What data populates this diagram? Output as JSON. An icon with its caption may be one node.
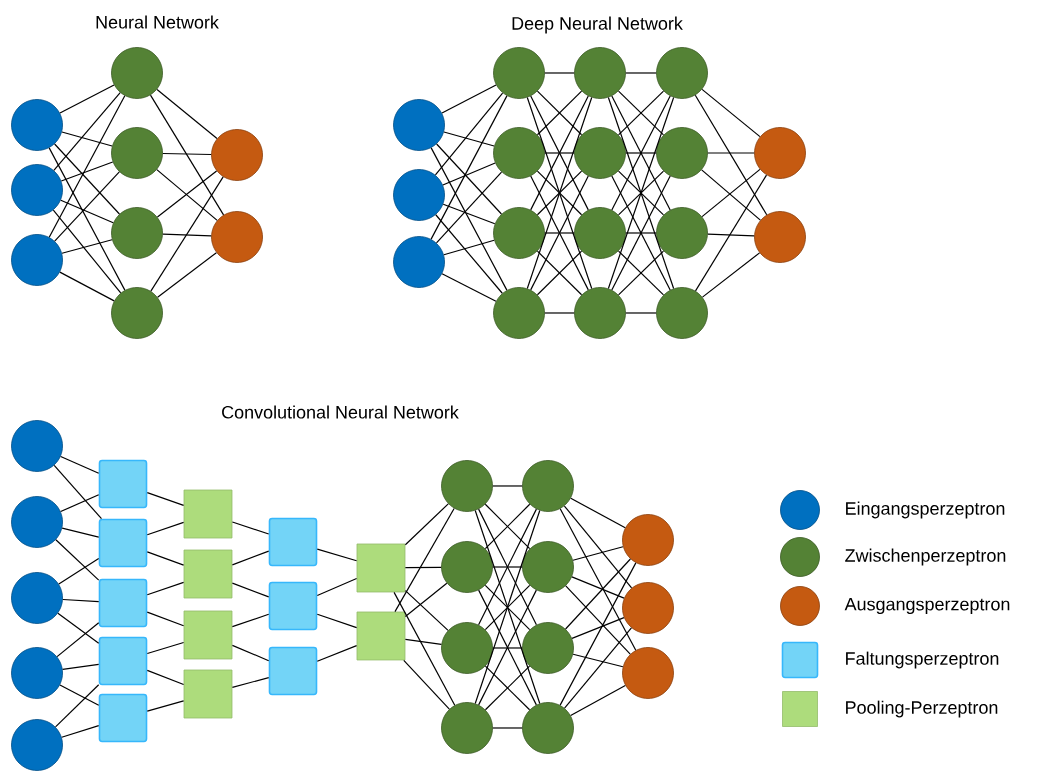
{
  "diagram": {
    "nodes": [
      {
        "text": [],
        "shape": "circle"
      },
      {
        "text": [],
        "shape": "circle"
      },
      {
        "text": [],
        "shape": "circle"
      },
      {
        "text": [],
        "shape": "circle"
      },
      {
        "text": [],
        "shape": "circle"
      },
      {
        "text": [],
        "shape": "circle"
      },
      {
        "text": [],
        "shape": "circle"
      },
      {
        "text": [],
        "shape": "circle"
      },
      {
        "text": [],
        "shape": "circle"
      },
      {
        "text": [],
        "shape": "circle"
      },
      {
        "text": [],
        "shape": "circle"
      },
      {
        "text": [],
        "shape": "circle"
      },
      {
        "text": [],
        "shape": "circle"
      },
      {
        "text": [],
        "shape": "circle"
      },
      {
        "text": [],
        "shape": "circle"
      },
      {
        "text": [],
        "shape": "circle"
      },
      {
        "text": [],
        "shape": "circle"
      },
      {
        "text": [],
        "shape": "circle"
      },
      {
        "text": [],
        "shape": "circle"
      },
      {
        "text": [],
        "shape": "circle"
      },
      {
        "text": [],
        "shape": "circle"
      },
      {
        "text": [],
        "shape": "circle"
      },
      {
        "text": [],
        "shape": "circle"
      },
      {
        "text": [],
        "shape": "circle"
      },
      {
        "text": [],
        "shape": "circle"
      },
      {
        "text": [],
        "shape": "circle"
      },
      {
        "text": [],
        "shape": "circle"
      },
      {
        "text": [],
        "shape": "circle"
      },
      {
        "text": [],
        "shape": "circle"
      },
      {
        "text": [],
        "shape": "circle"
      },
      {
        "text": [],
        "shape": "circle"
      },
      {
        "text": [],
        "shape": "box"
      },
      {
        "text": [],
        "shape": "box"
      },
      {
        "text": [],
        "shape": "box"
      },
      {
        "text": [],
        "shape": "box"
      },
      {
        "text": [],
        "shape": "box"
      },
      {
        "text": [],
        "shape": "box"
      },
      {
        "text": [],
        "shape": "box"
      },
      {
        "text": [],
        "shape": "box"
      },
      {
        "text": [],
        "shape": "box"
      },
      {
        "text": [],
        "shape": "box"
      },
      {
        "text": [],
        "shape": "box"
      },
      {
        "text": [],
        "shape": "box"
      },
      {
        "text": [],
        "shape": "box"
      },
      {
        "text": [],
        "shape": "box"
      },
      {
        "text": [],
        "shape": "circle"
      },
      {
        "text": [],
        "shape": "circle"
      },
      {
        "text": [],
        "shape": "circle"
      },
      {
        "text": [],
        "shape": "circle"
      },
      {
        "text": [],
        "shape": "circle"
      },
      {
        "text": [],
        "shape": "circle"
      },
      {
        "text": [],
        "shape": "circle"
      },
      {
        "text": [],
        "shape": "circle"
      },
      {
        "text": [],
        "shape": "circle"
      },
      {
        "text": [],
        "shape": "circle"
      },
      {
        "text": [],
        "shape": "circle"
      }
    ],
    "edges": [
      {
        "from": 0,
        "to": 3,
        "arrow": "none"
      },
      {
        "from": 0,
        "to": 4,
        "arrow": "none"
      },
      {
        "from": 0,
        "to": 5,
        "arrow": "none"
      },
      {
        "from": 0,
        "to": 6,
        "arrow": "none"
      },
      {
        "from": 1,
        "to": 3,
        "arrow": "none"
      },
      {
        "from": 1,
        "to": 4,
        "arrow": "none"
      },
      {
        "from": 1,
        "to": 5,
        "arrow": "none"
      },
      {
        "from": 1,
        "to": 6,
        "arrow": "none"
      },
      {
        "from": 2,
        "to": 3,
        "arrow": "none"
      },
      {
        "from": 2,
        "to": 4,
        "arrow": "none"
      },
      {
        "from": 2,
        "to": 5,
        "arrow": "none"
      },
      {
        "from": 2,
        "to": 6,
        "arrow": "none"
      },
      {
        "from": 3,
        "to": 7,
        "arrow": "none"
      },
      {
        "from": 3,
        "to": 8,
        "arrow": "none"
      },
      {
        "from": 4,
        "to": 7,
        "arrow": "none"
      },
      {
        "from": 4,
        "to": 8,
        "arrow": "none"
      },
      {
        "from": 5,
        "to": 7,
        "arrow": "none"
      },
      {
        "from": 5,
        "to": 8,
        "arrow": "none"
      },
      {
        "from": 6,
        "to": 7,
        "arrow": "none"
      },
      {
        "from": 6,
        "to": 8,
        "arrow": "none"
      },
      {
        "from": 9,
        "to": 12,
        "arrow": "none"
      },
      {
        "from": 9,
        "to": 13,
        "arrow": "none"
      },
      {
        "from": 9,
        "to": 14,
        "arrow": "none"
      },
      {
        "from": 9,
        "to": 15,
        "arrow": "none"
      },
      {
        "from": 10,
        "to": 12,
        "arrow": "none"
      },
      {
        "from": 10,
        "to": 13,
        "arrow": "none"
      },
      {
        "from": 10,
        "to": 14,
        "arrow": "none"
      },
      {
        "from": 10,
        "to": 15,
        "arrow": "none"
      },
      {
        "from": 11,
        "to": 12,
        "arrow": "none"
      },
      {
        "from": 11,
        "to": 13,
        "arrow": "none"
      },
      {
        "from": 11,
        "to": 14,
        "arrow": "none"
      },
      {
        "from": 11,
        "to": 15,
        "arrow": "none"
      },
      {
        "from": 12,
        "to": 16,
        "arrow": "none"
      },
      {
        "from": 12,
        "to": 17,
        "arrow": "none"
      },
      {
        "from": 12,
        "to": 18,
        "arrow": "none"
      },
      {
        "from": 12,
        "to": 19,
        "arrow": "none"
      },
      {
        "from": 13,
        "to": 16,
        "arrow": "none"
      },
      {
        "from": 13,
        "to": 17,
        "arrow": "none"
      },
      {
        "from": 13,
        "to": 18,
        "arrow": "none"
      },
      {
        "from": 13,
        "to": 19,
        "arrow": "none"
      },
      {
        "from": 14,
        "to": 16,
        "arrow": "none"
      },
      {
        "from": 14,
        "to": 17,
        "arrow": "none"
      },
      {
        "from": 14,
        "to": 18,
        "arrow": "none"
      },
      {
        "from": 14,
        "to": 19,
        "arrow": "none"
      },
      {
        "from": 15,
        "to": 16,
        "arrow": "none"
      },
      {
        "from": 15,
        "to": 17,
        "arrow": "none"
      },
      {
        "from": 15,
        "to": 18,
        "arrow": "none"
      },
      {
        "from": 15,
        "to": 19,
        "arrow": "none"
      },
      {
        "from": 16,
        "to": 20,
        "arrow": "none"
      },
      {
        "from": 16,
        "to": 21,
        "arrow": "none"
      },
      {
        "from": 16,
        "to": 22,
        "arrow": "none"
      },
      {
        "from": 16,
        "to": 23,
        "arrow": "none"
      },
      {
        "from": 17,
        "to": 20,
        "arrow": "none"
      },
      {
        "from": 17,
        "to": 21,
        "arrow": "none"
      },
      {
        "from": 17,
        "to": 22,
        "arrow": "none"
      },
      {
        "from": 17,
        "to": 23,
        "arrow": "none"
      },
      {
        "from": 18,
        "to": 20,
        "arrow": "none"
      },
      {
        "from": 18,
        "to": 21,
        "arrow": "none"
      },
      {
        "from": 18,
        "to": 22,
        "arrow": "none"
      },
      {
        "from": 18,
        "to": 23,
        "arrow": "none"
      },
      {
        "from": 19,
        "to": 20,
        "arrow": "none"
      },
      {
        "from": 19,
        "to": 21,
        "arrow": "none"
      },
      {
        "from": 19,
        "to": 22,
        "arrow": "none"
      },
      {
        "from": 19,
        "to": 23,
        "arrow": "none"
      },
      {
        "from": 20,
        "to": 24,
        "arrow": "none"
      },
      {
        "from": 20,
        "to": 25,
        "arrow": "none"
      },
      {
        "from": 21,
        "to": 24,
        "arrow": "none"
      },
      {
        "from": 21,
        "to": 25,
        "arrow": "none"
      },
      {
        "from": 22,
        "to": 24,
        "arrow": "none"
      },
      {
        "from": 22,
        "to": 25,
        "arrow": "none"
      },
      {
        "from": 23,
        "to": 24,
        "arrow": "none"
      },
      {
        "from": 23,
        "to": 25,
        "arrow": "none"
      },
      {
        "from": 26,
        "to": 31,
        "arrow": "none"
      },
      {
        "from": 26,
        "to": 32,
        "arrow": "none"
      },
      {
        "from": 27,
        "to": 31,
        "arrow": "none"
      },
      {
        "from": 27,
        "to": 32,
        "arrow": "none"
      },
      {
        "from": 27,
        "to": 33,
        "arrow": "none"
      },
      {
        "from": 28,
        "to": 32,
        "arrow": "none"
      },
      {
        "from": 28,
        "to": 33,
        "arrow": "none"
      },
      {
        "from": 28,
        "to": 34,
        "arrow": "none"
      },
      {
        "from": 29,
        "to": 33,
        "arrow": "none"
      },
      {
        "from": 29,
        "to": 34,
        "arrow": "none"
      },
      {
        "from": 29,
        "to": 35,
        "arrow": "none"
      },
      {
        "from": 30,
        "to": 34,
        "arrow": "none"
      },
      {
        "from": 30,
        "to": 35,
        "arrow": "none"
      },
      {
        "from": 31,
        "to": 36,
        "arrow": "none"
      },
      {
        "from": 32,
        "to": 36,
        "arrow": "none"
      },
      {
        "from": 32,
        "to": 37,
        "arrow": "none"
      },
      {
        "from": 33,
        "to": 37,
        "arrow": "none"
      },
      {
        "from": 33,
        "to": 38,
        "arrow": "none"
      },
      {
        "from": 34,
        "to": 38,
        "arrow": "none"
      },
      {
        "from": 34,
        "to": 39,
        "arrow": "none"
      },
      {
        "from": 35,
        "to": 39,
        "arrow": "none"
      },
      {
        "from": 36,
        "to": 40,
        "arrow": "none"
      },
      {
        "from": 37,
        "to": 40,
        "arrow": "none"
      },
      {
        "from": 37,
        "to": 41,
        "arrow": "none"
      },
      {
        "from": 38,
        "to": 41,
        "arrow": "none"
      },
      {
        "from": 38,
        "to": 42,
        "arrow": "none"
      },
      {
        "from": 39,
        "to": 42,
        "arrow": "none"
      },
      {
        "from": 40,
        "to": 43,
        "arrow": "none"
      },
      {
        "from": 41,
        "to": 43,
        "arrow": "none"
      },
      {
        "from": 41,
        "to": 44,
        "arrow": "none"
      },
      {
        "from": 42,
        "to": 44,
        "arrow": "none"
      },
      {
        "from": 43,
        "to": 45,
        "arrow": "none"
      },
      {
        "from": 43,
        "to": 46,
        "arrow": "none"
      },
      {
        "from": 43,
        "to": 47,
        "arrow": "none"
      },
      {
        "from": 43,
        "to": 48,
        "arrow": "none"
      },
      {
        "from": 44,
        "to": 45,
        "arrow": "none"
      },
      {
        "from": 44,
        "to": 46,
        "arrow": "none"
      },
      {
        "from": 44,
        "to": 47,
        "arrow": "none"
      },
      {
        "from": 44,
        "to": 48,
        "arrow": "none"
      },
      {
        "from": 45,
        "to": 49,
        "arrow": "none"
      },
      {
        "from": 45,
        "to": 50,
        "arrow": "none"
      },
      {
        "from": 45,
        "to": 51,
        "arrow": "none"
      },
      {
        "from": 45,
        "to": 52,
        "arrow": "none"
      },
      {
        "from": 46,
        "to": 49,
        "arrow": "none"
      },
      {
        "from": 46,
        "to": 50,
        "arrow": "none"
      },
      {
        "from": 46,
        "to": 51,
        "arrow": "none"
      },
      {
        "from": 46,
        "to": 52,
        "arrow": "none"
      },
      {
        "from": 47,
        "to": 49,
        "arrow": "none"
      },
      {
        "from": 47,
        "to": 50,
        "arrow": "none"
      },
      {
        "from": 47,
        "to": 51,
        "arrow": "none"
      },
      {
        "from": 47,
        "to": 52,
        "arrow": "none"
      },
      {
        "from": 48,
        "to": 49,
        "arrow": "none"
      },
      {
        "from": 48,
        "to": 50,
        "arrow": "none"
      },
      {
        "from": 48,
        "to": 51,
        "arrow": "none"
      },
      {
        "from": 48,
        "to": 52,
        "arrow": "none"
      },
      {
        "from": 49,
        "to": 53,
        "arrow": "none"
      },
      {
        "from": 49,
        "to": 54,
        "arrow": "none"
      },
      {
        "from": 49,
        "to": 55,
        "arrow": "none"
      },
      {
        "from": 50,
        "to": 53,
        "arrow": "none"
      },
      {
        "from": 50,
        "to": 54,
        "arrow": "none"
      },
      {
        "from": 50,
        "to": 55,
        "arrow": "none"
      },
      {
        "from": 51,
        "to": 53,
        "arrow": "none"
      },
      {
        "from": 51,
        "to": 54,
        "arrow": "none"
      },
      {
        "from": 51,
        "to": 55,
        "arrow": "none"
      },
      {
        "from": 52,
        "to": 53,
        "arrow": "none"
      },
      {
        "from": 52,
        "to": 54,
        "arrow": "none"
      },
      {
        "from": 52,
        "to": 55,
        "arrow": "none"
      }
    ],
    "labels": [
      "Neural Network",
      "Deep Neural Network",
      "Convolutional Neural Network"
    ],
    "legend": [
      {
        "text": "Eingangsperzeptron",
        "color": "#0070c0"
      },
      {
        "text": "Zwischenperzeptron",
        "color": "#548235"
      },
      {
        "text": "Ausgangsperzeptron",
        "color": "#c55a11"
      },
      {
        "text": "Faltungsperzeptron",
        "color": "#73d4f7"
      },
      {
        "text": "Pooling-Perzeptron",
        "color": "#addc7c"
      }
    ]
  }
}
